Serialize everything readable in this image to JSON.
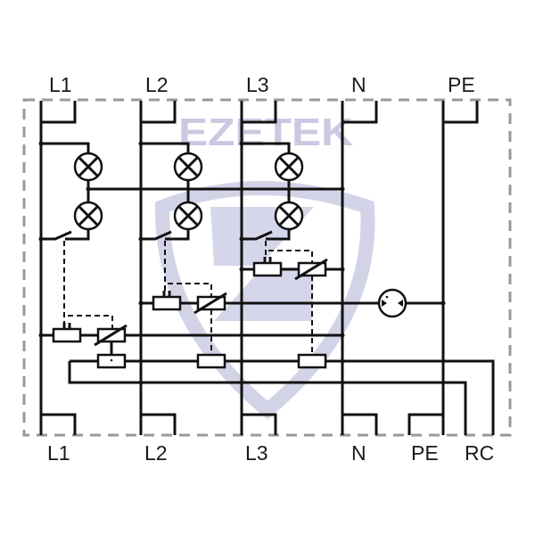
{
  "watermark": {
    "text": "EZETEK",
    "color": "#c9c9e2"
  },
  "top_terminals": [
    "L1",
    "L2",
    "L3",
    "N",
    "PE"
  ],
  "bottom_terminals": [
    "L1",
    "L2",
    "L3",
    "N",
    "PE",
    "RC"
  ],
  "colors": {
    "wire": "#111111",
    "enclosure": "#999999"
  }
}
